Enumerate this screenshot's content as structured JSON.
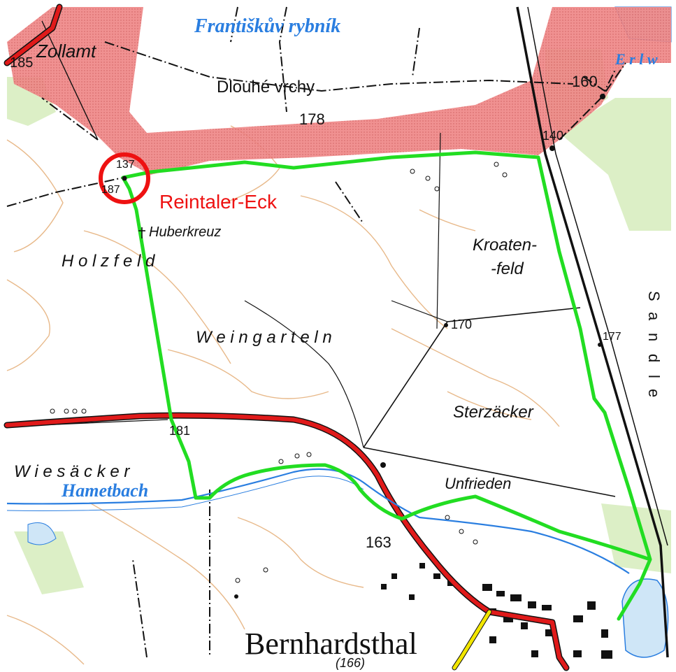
{
  "colors": {
    "route": "#22dd22",
    "main_road": "#e01a1a",
    "secondary_road": "#f2e600",
    "border_zone": "#ec7c7c",
    "water": "#2a7ee0",
    "water_fill": "#cfe6f7",
    "meadow": "#dcefc6",
    "contour": "#e8b98a",
    "marker": "#ee1111",
    "ink": "#111111"
  },
  "marker": {
    "label": "Reintaler-Eck"
  },
  "places": {
    "zollamt": "Zollamt",
    "dlouhe_vrchy": "Dlouhé vrchy",
    "huberkreuz": "Huberkreuz",
    "holzfeld": "H o l z f e l d",
    "weingarteln": "W e i n g a r t e l n",
    "kroaten_1": "Kroaten-",
    "kroaten_2": "-feld",
    "sterzacker": "Sterzäcker",
    "wiesacker": "W i e s ä c k e r",
    "unfrieden": "Unfrieden",
    "bernhardsthal": "Bernhardsthal",
    "bernhardsthal_alt": "(166)",
    "sandler_1": "S",
    "sandler_2": "a",
    "sandler_3": "n",
    "sandler_4": "d",
    "sandler_5": "l",
    "sandler_6": "e"
  },
  "water_names": {
    "frantiskuv": "Františkův rybník",
    "hametbach": "Hametbach",
    "erlw": "E r l w"
  },
  "elevations": {
    "e185": "185",
    "e178": "178",
    "e160": "160",
    "e140": "140",
    "e137": "137",
    "e187": "187",
    "e170": "170",
    "e177": "177",
    "e181": "181",
    "e163": "163"
  }
}
